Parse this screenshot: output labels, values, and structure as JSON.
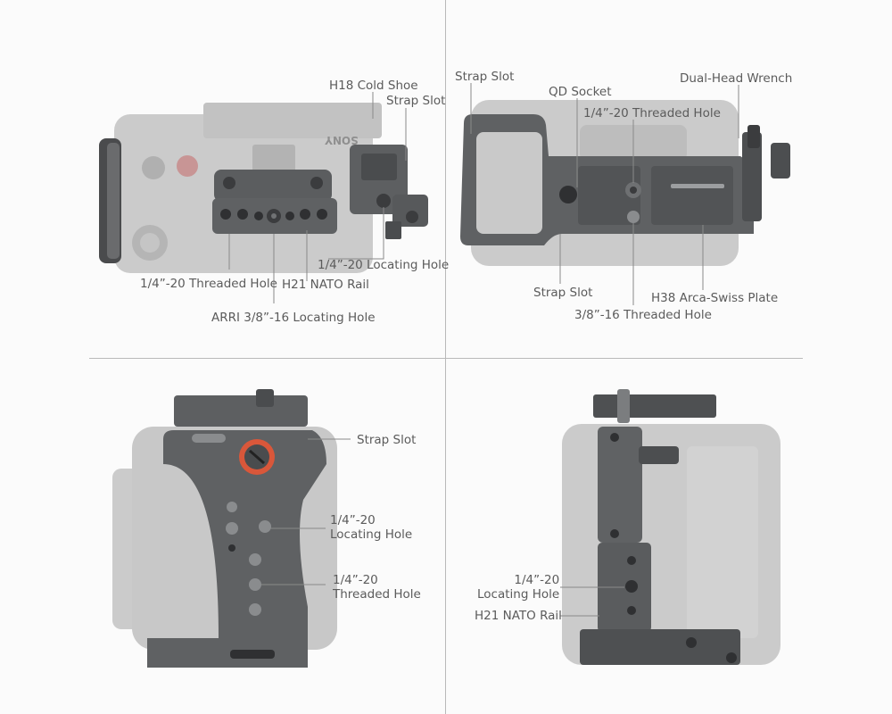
{
  "colors": {
    "camera": "#c6c6c6",
    "cage": "#5f6163",
    "cage_dark": "#3e4042",
    "leader": "#8a8a8a",
    "text": "#5b5b5b",
    "accent_ring": "#d9573a"
  },
  "panel_top_left": {
    "brand": "SONY",
    "labels": {
      "cold_shoe": "H18 Cold Shoe",
      "strap_slot": "Strap Slot",
      "threaded_hole": "1/4”-20 Threaded Hole",
      "locating_hole": "1/4”-20 Locating Hole",
      "nato_rail": "H21 NATO Rail",
      "arri_hole": "ARRI 3/8”-16 Locating Hole"
    }
  },
  "panel_top_right": {
    "labels": {
      "strap_slot_top": "Strap Slot",
      "qd_socket": "QD Socket",
      "threaded_hole": "1/4”-20 Threaded Hole",
      "wrench": "Dual-Head Wrench",
      "strap_slot_bottom": "Strap Slot",
      "arca_plate": "H38 Arca-Swiss Plate",
      "threaded_hole_3_8": "3/8”-16 Threaded Hole"
    }
  },
  "panel_bottom_left": {
    "labels": {
      "strap_slot": "Strap Slot",
      "locating_hole_line1": "1/4”-20",
      "locating_hole_line2": "Locating Hole",
      "threaded_hole_line1": "1/4”-20",
      "threaded_hole_line2": "Threaded Hole"
    }
  },
  "panel_bottom_right": {
    "labels": {
      "locating_hole_line1": "1/4”-20",
      "locating_hole_line2": "Locating Hole",
      "nato_rail": "H21 NATO Rail"
    }
  }
}
